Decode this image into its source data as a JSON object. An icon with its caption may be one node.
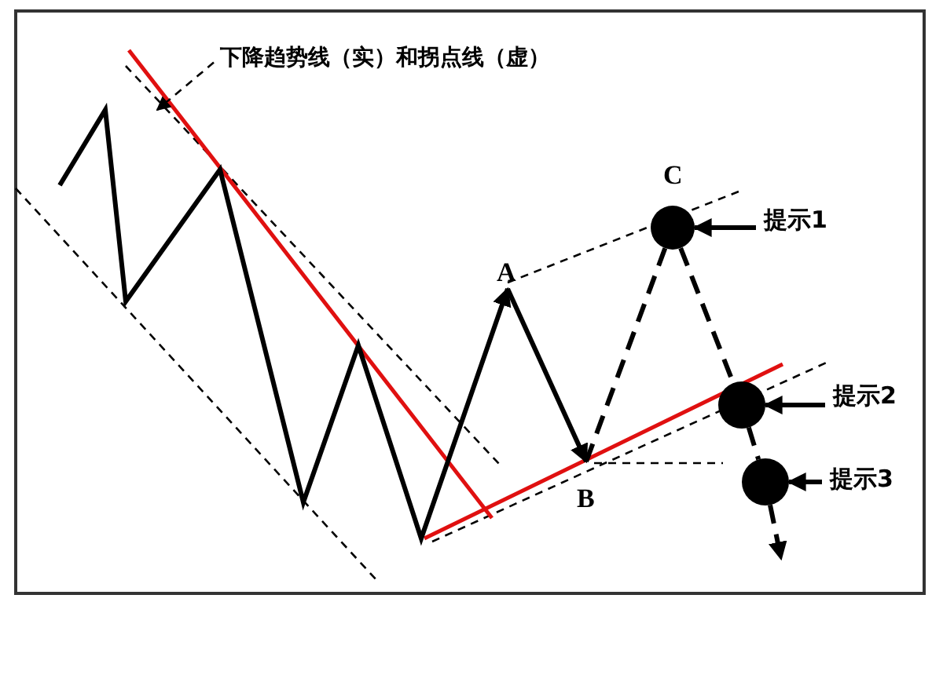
{
  "diagram": {
    "nodes": [
      {
        "text": [
          "下降趋势线（实）和拐点线（虚）"
        ]
      },
      {
        "text": [
          "提示1"
        ]
      },
      {
        "text": [],
        "shape": "circle",
        "beside": [
          "C"
        ]
      },
      {
        "text": [
          "提示2"
        ]
      },
      {
        "text": [],
        "shape": "circle"
      },
      {
        "text": [
          "提示3"
        ]
      },
      {
        "text": [],
        "shape": "circle"
      },
      {
        "text": [
          "A"
        ]
      },
      {
        "text": [
          "B"
        ]
      }
    ],
    "edges": [
      {
        "from": 0,
        "to": null,
        "arrow": "to",
        "style": "dashed"
      },
      {
        "from": 1,
        "to": 2,
        "arrow": "to"
      },
      {
        "from": 3,
        "to": 4,
        "arrow": "to"
      },
      {
        "from": 5,
        "to": 6,
        "arrow": "to"
      },
      {
        "from": 8,
        "to": 2,
        "arrow": "none",
        "style": "dashed"
      },
      {
        "from": null,
        "to": 7,
        "arrow": "to"
      },
      {
        "from": 7,
        "to": 8,
        "arrow": "to"
      },
      {
        "from": 2,
        "to": 4,
        "arrow": "none",
        "style": "dashed"
      },
      {
        "from": 4,
        "to": 6,
        "arrow": "none",
        "style": "dashed"
      },
      {
        "from": 6,
        "to": null,
        "arrow": "to",
        "style": "dashed"
      }
    ],
    "labels": []
  }
}
